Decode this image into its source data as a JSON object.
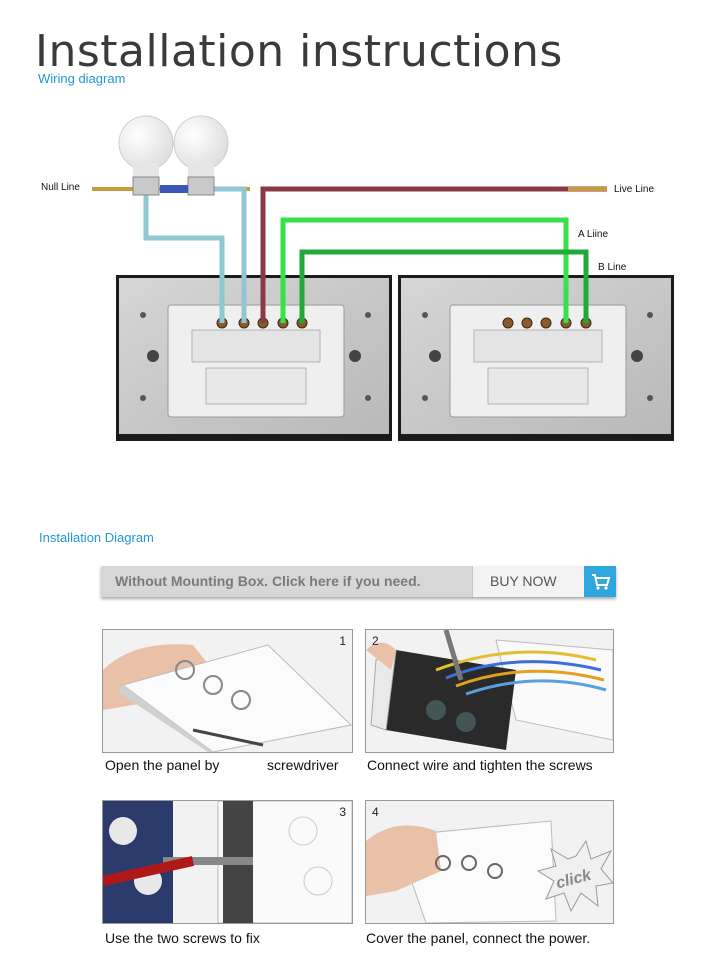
{
  "header": {
    "title": "Installation instructions",
    "subtitle": "Wiring diagram"
  },
  "wiring": {
    "null_line": "Null Line",
    "live_line": "Live Line",
    "a_line": "A Liine",
    "b_line": "B Line",
    "colors": {
      "live": "#8b3a45",
      "a": "#36e14a",
      "b": "#1faa3a",
      "null": "#8fc7d2",
      "plate": "#c8c8c8"
    }
  },
  "installation": {
    "heading": "Installation Diagram",
    "banner_text": "Without Mounting Box. Click here if you need.",
    "buy_label": "BUY NOW",
    "cart_icon": "shopping-cart-icon",
    "steps": [
      {
        "number": "1",
        "caption_a": "Open the panel by",
        "caption_b": "screwdriver"
      },
      {
        "number": "2",
        "caption": "Connect wire and tighten the screws"
      },
      {
        "number": "3",
        "caption": "Use the two screws to fix"
      },
      {
        "number": "4",
        "caption": "Cover the panel, connect the power.",
        "badge": "click"
      }
    ]
  }
}
